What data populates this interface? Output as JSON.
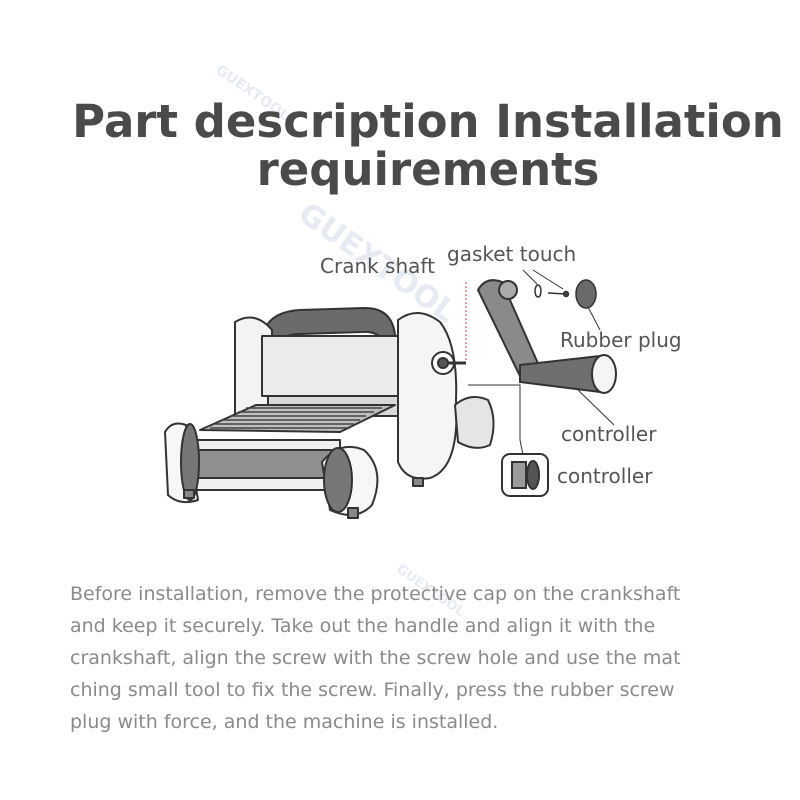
{
  "title": {
    "line1": "Part description Installation",
    "line2": "requirements"
  },
  "watermark": "GUEXTOOL",
  "labels": {
    "crank_shaft": "Crank shaft",
    "gasket_touch": "gasket touch",
    "rubber_plug": "Rubber plug",
    "controller_handle": "controller",
    "controller_knob": "controller"
  },
  "description": {
    "lines": [
      "Before installation, remove the protective cap on the crankshaft",
      " and keep it securely. Take out the handle and align it with the",
      "crankshaft, align the screw with the screw hole and use the mat",
      "ching small tool to fix the screw. Finally, press the rubber screw",
      "plug with force, and the machine is installed."
    ]
  }
}
